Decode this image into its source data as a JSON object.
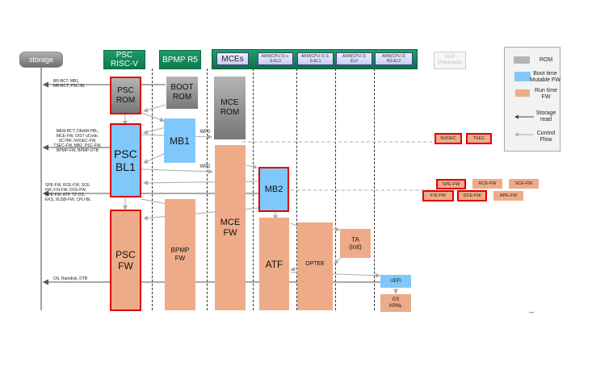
{
  "headers": {
    "storage": "storage",
    "psc_riscv": "PSC\nRISC-V",
    "bpmp_r5": "BPMP R5",
    "mces": "MCEs",
    "arm_el3": "ARM(CPU 0) s-\nS-EL3",
    "arm_el1": "ARM(CPU 0) S-\nS-EL1",
    "arm_el0": "ARM(CPU 0)\nEL0",
    "arm_el2": "ARM(CPU 0)\nNS-EL2",
    "aux": "AUX\nProcessors"
  },
  "blocks": {
    "psc_rom": "PSC\nROM",
    "boot_rom": "BOOT\nROM",
    "mce_rom": "MCE\nROM",
    "mb1": "MB1",
    "psc_bl1": "PSC\nBL1",
    "mb2": "MB2",
    "psc_fw": "PSC\nFW",
    "bpmp_fw": "BPMP\nFW",
    "mce_fw": "MCE\nFW",
    "atf": "ATF",
    "optee": "OPTEE",
    "ta_init": "TA\n(init)",
    "uefi": "UEFI",
    "os_krnl": "OS\nKRNL"
  },
  "arrow_labels": {
    "wp0": "WP0",
    "wp2": "WP2",
    "storage_read_1": "BR-BCT, MB1,\nMB-BCT, PSC-BL",
    "storage_read_2": "MEM-BCT, DRAM-PBL,\nMCE-FW, OIST uCode,\nSC7RF, NVDEC-FW,\nTSEC-FW, MB2, PSC-FW,\nBPMP-FW, BPMP-DTB",
    "storage_read_3": "SPE-FW, RCE-FW, SCE-\nFW, FSI-FW, DCE-FW,\nAPE-FW, ATF, TZ-OS,\nEKS, XUSB-FW, CPU-BL",
    "storage_read_4": "OS, Ramdisk, DTB"
  },
  "aux_fw": {
    "nvdec": "NVDEC",
    "tsec": "TSEC",
    "spe_fw": "SPE-FW",
    "rce_fw": "RCE-FW",
    "sce_fw": "SCE-FW",
    "fsi_fw": "FSI-FW",
    "dce_fw": "DCE-FW",
    "ape_fw": "APE-FW"
  },
  "legend": {
    "rom": "ROM",
    "boot_mutable": "Boot time\nMutable FW",
    "run_time": "Run time\nFW",
    "storage_read": "Storage\nread",
    "control_flow": "Control\nFlow"
  },
  "colors": {
    "rom": "#9a9a9a",
    "boot_mutable": "#80c8fb",
    "run_time": "#eeab88",
    "header_green": "#0d7a4c",
    "highlight_red": "#e00000"
  }
}
